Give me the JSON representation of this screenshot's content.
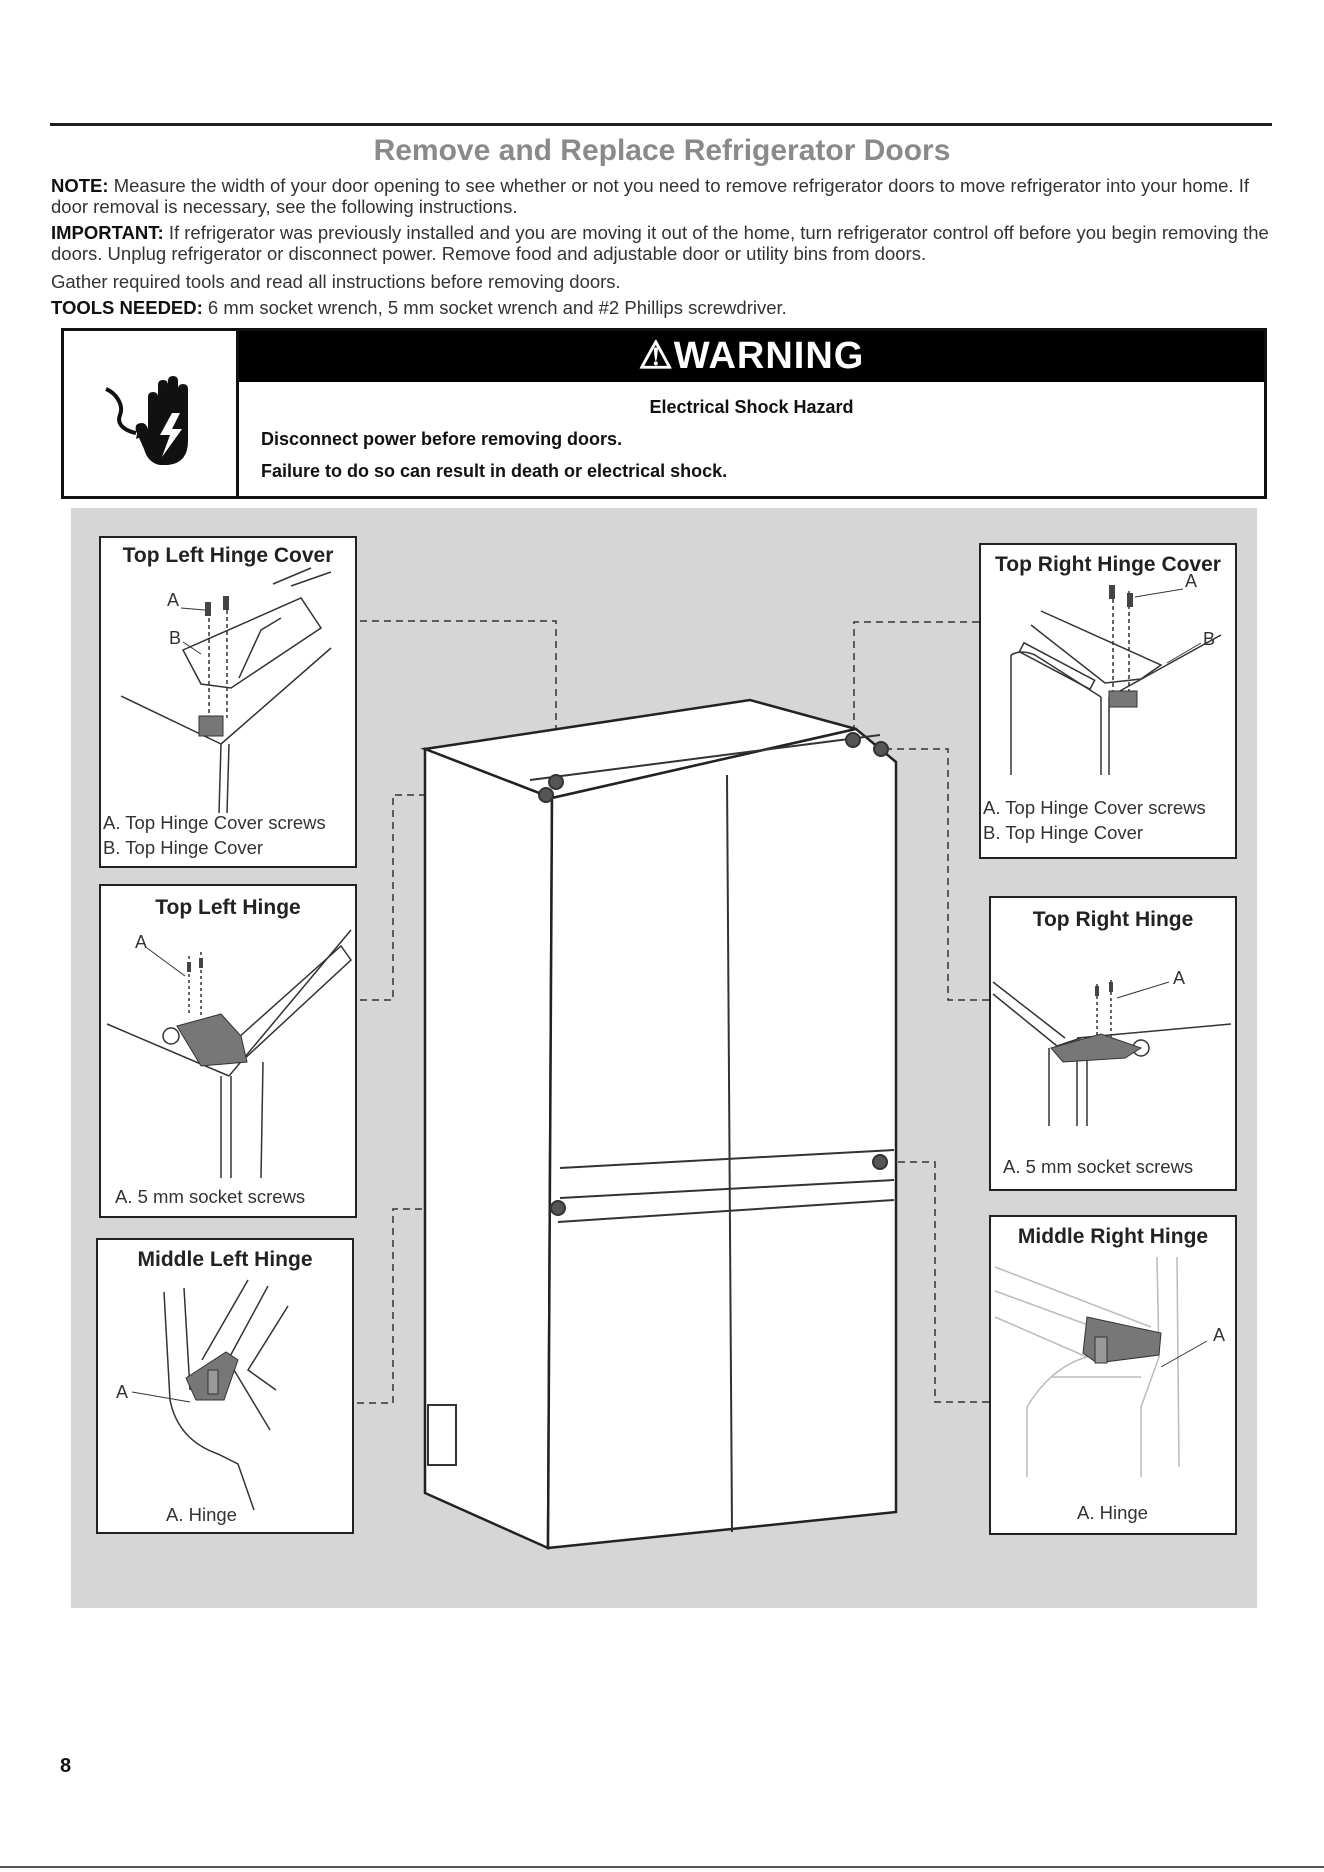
{
  "page": {
    "title": "Remove and Replace Refrigerator Doors",
    "note_label": "NOTE:",
    "note_text": " Measure the width of your door opening to see whether or not you need to remove refrigerator doors to move refrigerator into your home. If door removal is necessary, see the following instructions.",
    "important_label": "IMPORTANT:",
    "important_text": " If refrigerator was previously installed and you are moving it out of the home, turn refrigerator control off before you begin removing the doors. Unplug refrigerator or disconnect power. Remove food and adjustable door or utility bins from doors.",
    "gather_text": "Gather required tools and read all instructions before removing doors.",
    "tools_label": "TOOLS NEEDED:",
    "tools_text": " 6 mm socket wrench, 5 mm socket wrench and #2 Phillips screwdriver.",
    "page_number": "8"
  },
  "warning": {
    "icon": "electrical-shock-hand-icon",
    "header": "WARNING",
    "header_icon": "warning-triangle-icon",
    "hazard": "Electrical Shock Hazard",
    "line1": "Disconnect power before removing doors.",
    "line2": "Failure to do so can result in death or electrical shock."
  },
  "panels": {
    "top_left_cover": {
      "title": "Top Left Hinge Cover",
      "label_a": "A",
      "label_b": "B",
      "cap1": "A. Top Hinge Cover screws",
      "cap2": "B. Top Hinge Cover"
    },
    "top_left_hinge": {
      "title": "Top Left Hinge",
      "label_a": "A",
      "cap1": "A. 5 mm socket screws"
    },
    "middle_left_hinge": {
      "title": "Middle Left Hinge",
      "label_a": "A",
      "cap1": "A. Hinge"
    },
    "top_right_cover": {
      "title": "Top Right Hinge Cover",
      "label_a": "A",
      "label_b": "B",
      "cap1": "A. Top Hinge Cover screws",
      "cap2": "B. Top Hinge Cover"
    },
    "top_right_hinge": {
      "title": "Top Right Hinge",
      "label_a": "A",
      "cap1": "A. 5 mm socket screws"
    },
    "middle_right_hinge": {
      "title": "Middle Right Hinge",
      "label_a": "A",
      "cap1": "A. Hinge"
    }
  }
}
